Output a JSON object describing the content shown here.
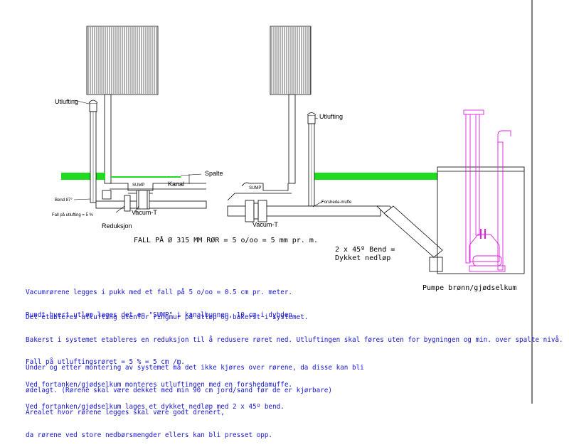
{
  "labels": {
    "utlufting_left": "Utlufting",
    "utlufting_right": "Utlufting",
    "spalte": "Spalte",
    "kanal": "Kanal",
    "sump_left": "SUMP",
    "sump_right": "SUMP",
    "bend87": "Bend 87°",
    "fall_utlufting": "Fall på utlufting = 5 %",
    "vacum_t_left": "Vacum-T",
    "vacum_t_right": "Vacum-T",
    "reduksjon": "Reduksjon",
    "forsheda": "Forsheda-muffe",
    "fall_main": "FALL PÅ Ø 315 MM RØR = 5 o/oo = 5 mm pr.    m.",
    "bend_line1": "2 x 45º Bend =",
    "bend_line2": "Dykket nedløp",
    "pumpe": "Pumpe brønn/gjødselkum"
  },
  "notes": {
    "p1": [
      "Vacumrørene legges i pukk med et fall på 5 o/oo = 0.5 cm pr. meter.",
      "Rundt hvert utløp lages det en \"SUMP\" i kanalbunnen, 10 cm i dybden."
    ],
    "p2": [
      "Det etableres utlufting utenfor ringmur på utløp og bakerst i systemet.",
      "Bakerst i systemet etableres en reduksjon til å redusere røret ned. Utluftingen skal føres uten for bygningen og min. over spalte nivå.",
      "Fall på utluftingsrøret = 5 % = 5 cm /m.",
      "Ved fortanken/gjødselkum monteres utluftingen med en forshedamuffe.",
      "Ved fortanken/gjødselkum lages et dykket nedløp med 2 x 45º bend."
    ],
    "p3": [
      "Under og etter montering av systemet må det ikke kjøres over rørene, da disse kan bli",
      "ødelagt. (Rørene skal være dekket med min 90 cm jord/sand før de er kjørbare)",
      "Arealet hvor rørene legges skal være godt drenert,",
      "da rørene ved store nedbørsmengder ellers kan bli presset opp."
    ]
  },
  "colors": {
    "ground": "#1fdc1f",
    "pump": "#e020e0",
    "notes_text": "#1515d0",
    "lines": "#000000"
  }
}
